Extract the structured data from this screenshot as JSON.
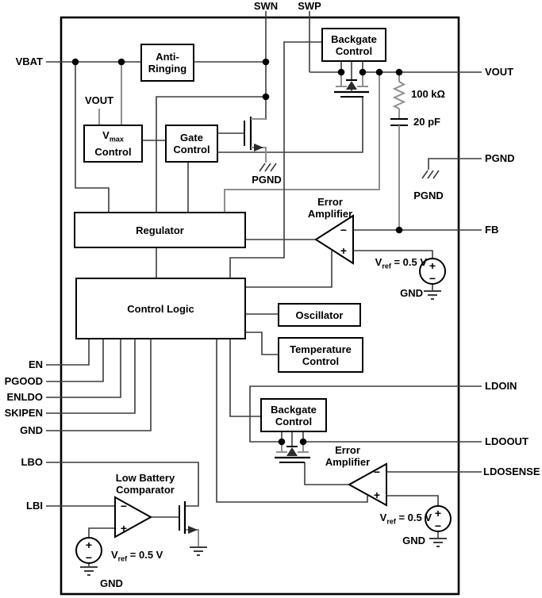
{
  "pins": {
    "top": [
      "SWN",
      "SWP"
    ],
    "left": [
      "VBAT",
      "EN",
      "PGOOD",
      "ENLDO",
      "SKIPEN",
      "GND",
      "LBO",
      "LBI"
    ],
    "right": [
      "VOUT",
      "PGND",
      "FB",
      "LDOIN",
      "LDOOUT",
      "LDOSENSE"
    ]
  },
  "blocks": {
    "anti_ringing": {
      "line1": "Anti-",
      "line2": "Ringing"
    },
    "vmax": {
      "v": "V",
      "sub": "max",
      "line2": "Control"
    },
    "gate_control": {
      "line1": "Gate",
      "line2": "Control"
    },
    "backgate_control": {
      "line1": "Backgate",
      "line2": "Control"
    },
    "regulator": {
      "label": "Regulator"
    },
    "control_logic": {
      "label": "Control Logic"
    },
    "oscillator": {
      "label": "Oscillator"
    },
    "temperature_control": {
      "line1": "Temperature",
      "line2": "Control"
    }
  },
  "amplifiers": {
    "error_amp": {
      "line1": "Error",
      "line2": "Amplifier"
    },
    "low_battery_comparator": {
      "line1": "Low Battery",
      "line2": "Comparator"
    }
  },
  "components": {
    "resistor_label": "100 kΩ",
    "capacitor_label": "20 pF",
    "vref": {
      "v": "V",
      "sub": "ref",
      "rest": " = 0.5 V"
    },
    "gnd_label": "GND",
    "pgnd_label": "PGND",
    "vout_sense_label": "VOUT"
  },
  "symbols": {
    "plus": "+",
    "minus": "−"
  },
  "colors": {
    "line": "#3c3c3c",
    "gray_line": "#8f8f8f",
    "black": "#000000",
    "background": "#ffffff"
  }
}
